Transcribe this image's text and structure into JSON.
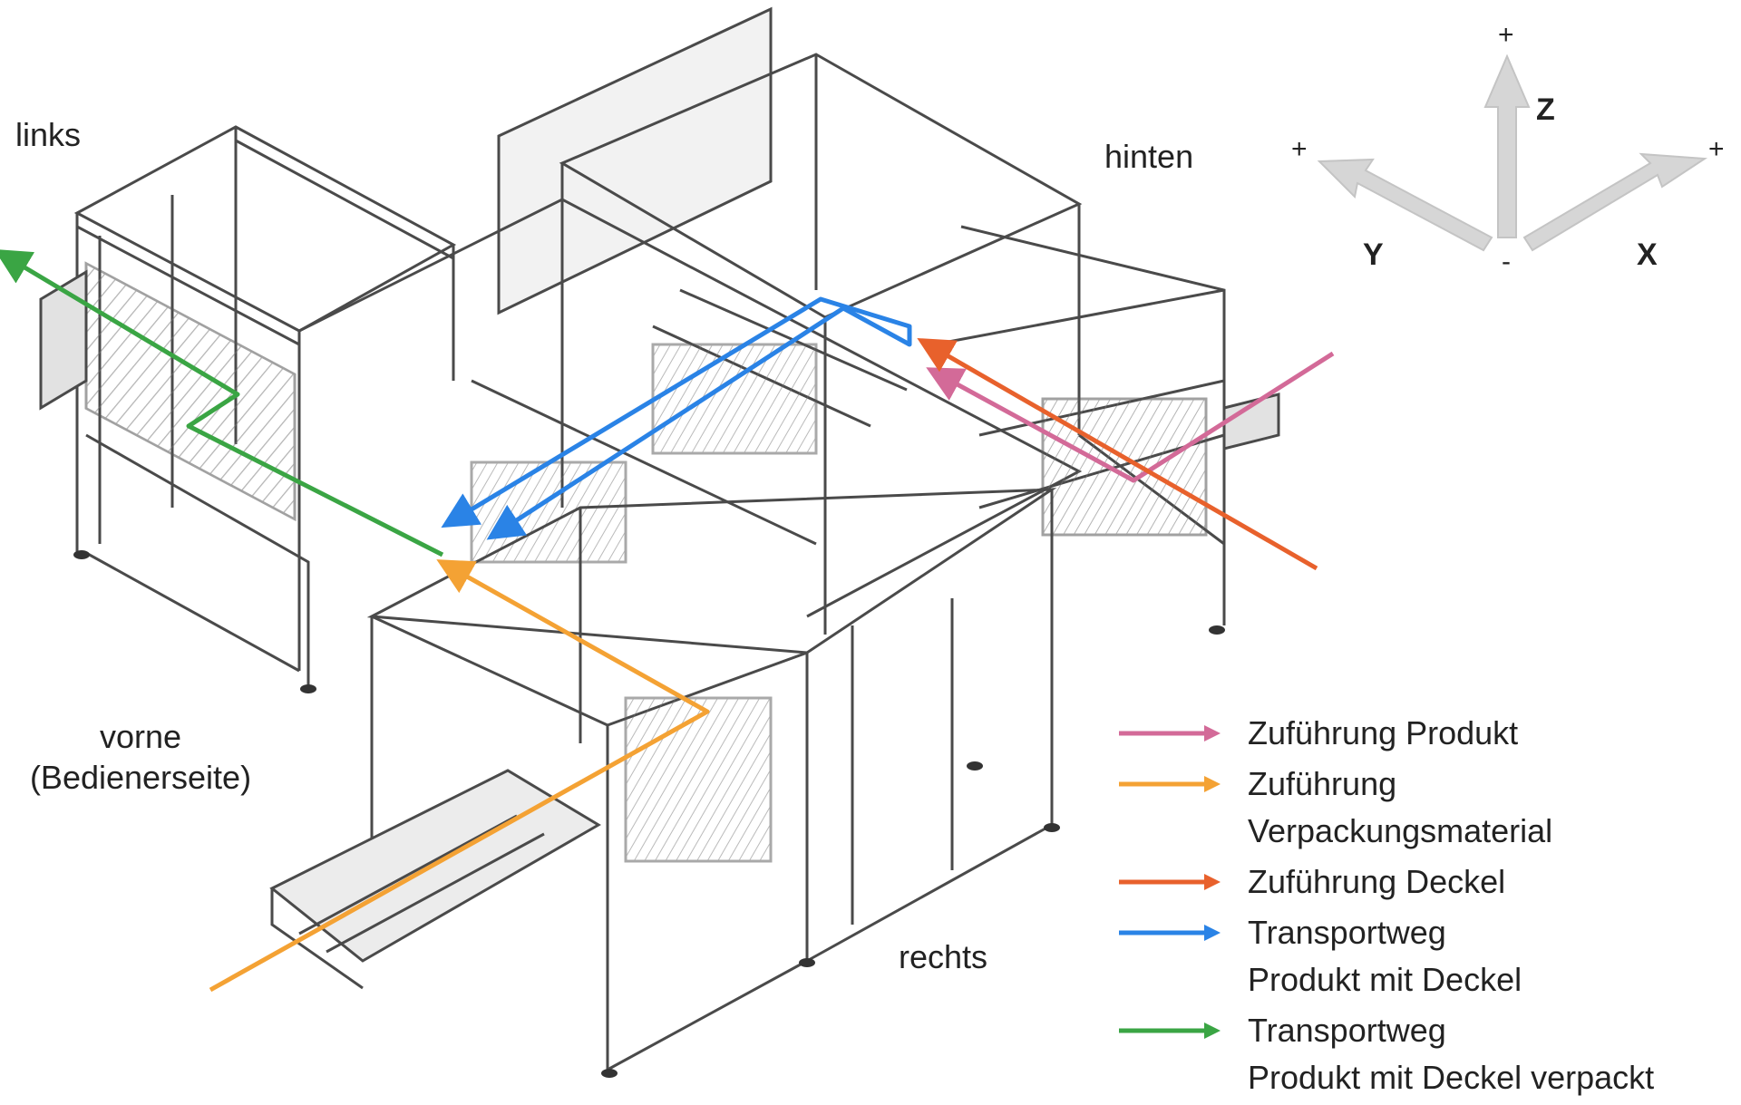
{
  "labels": {
    "left": "links",
    "back": "hinten",
    "front_line1": "vorne",
    "front_line2": "(Bedienerseite)",
    "right": "rechts"
  },
  "axes": {
    "z": "Z",
    "y": "Y",
    "x": "X",
    "plus": "+",
    "minus": "-"
  },
  "legend": [
    {
      "line1": "Zuführung Produkt",
      "line2": "",
      "color": "#d36a98"
    },
    {
      "line1": "Zuführung",
      "line2": "Verpackungsmaterial",
      "color": "#f4a234"
    },
    {
      "line1": "Zuführung Deckel",
      "line2": "",
      "color": "#e8612c"
    },
    {
      "line1": "Transportweg",
      "line2": "Produkt mit Deckel",
      "color": "#2a83e6"
    },
    {
      "line1": "Transportweg",
      "line2": "Produkt mit Deckel verpackt",
      "color": "#3aa544"
    }
  ],
  "colors": {
    "frame": "#4a4a4a",
    "axis_arrow": "#d6d6d6"
  }
}
